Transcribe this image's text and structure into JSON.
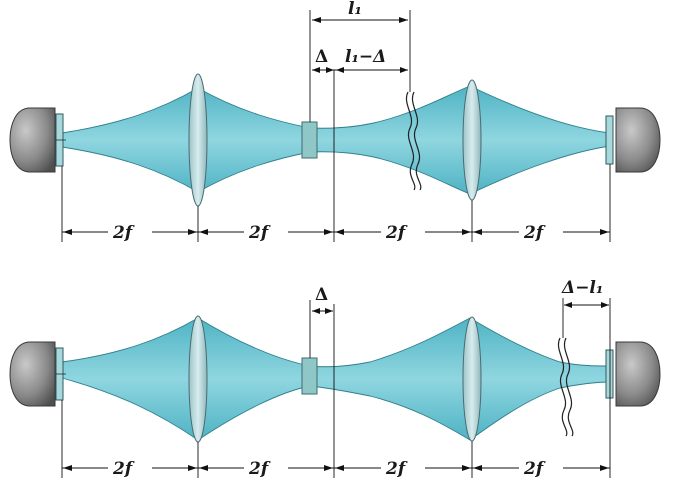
{
  "labels": {
    "two_f": "2f",
    "l1": "l₁",
    "delta": "Δ",
    "l1_minus_delta": "l₁−Δ",
    "delta_minus_l1": "Δ−l₁"
  },
  "colors": {
    "beam": "#5fc2d2",
    "lens": "#bcd9db",
    "mount": "#8a8a8a",
    "background": "#ffffff"
  },
  "icons": [
    "detector-mount",
    "lens",
    "sample-slab",
    "break-symbol"
  ]
}
